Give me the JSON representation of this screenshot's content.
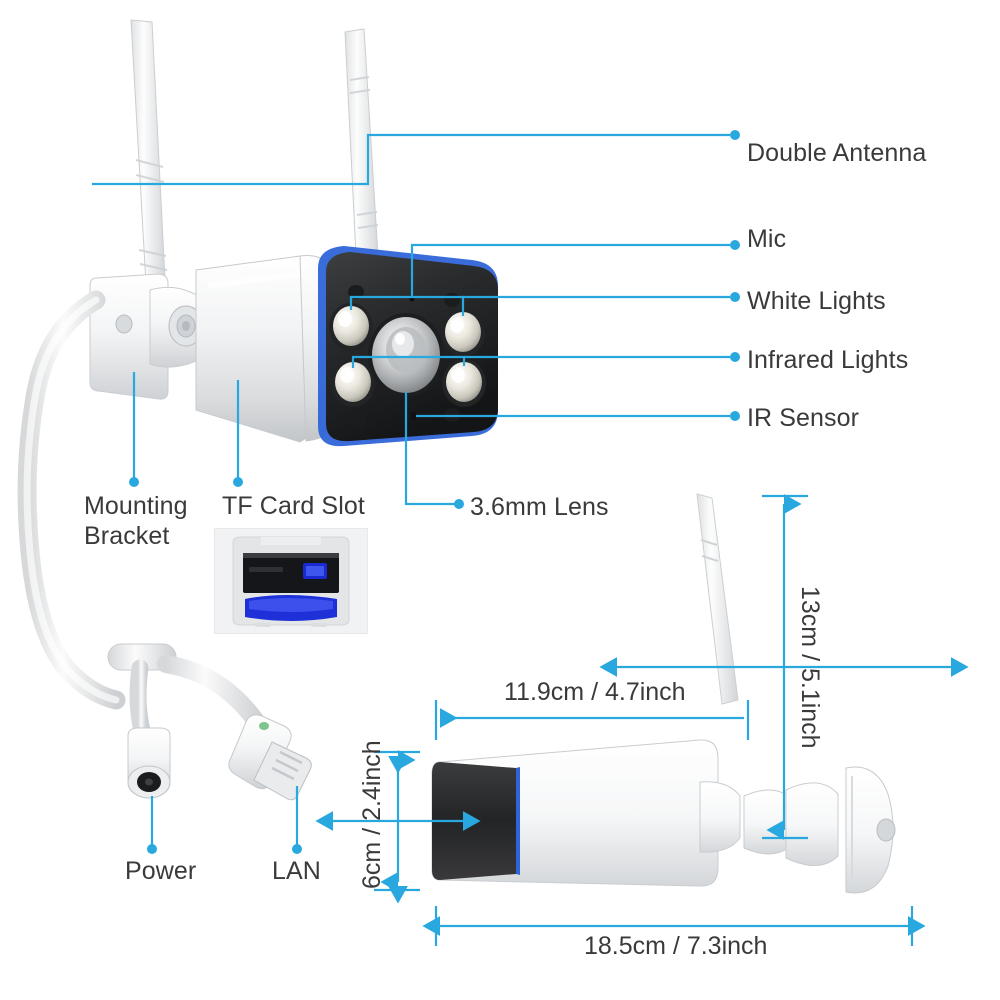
{
  "accent_color": "#29a8e0",
  "text_color": "#3a3a3a",
  "body_color": "#ffffff",
  "callouts": {
    "double_antenna": "Double Antenna",
    "mic": "Mic",
    "white_lights": "White Lights",
    "infrared_lights": "Infrared Lights",
    "ir_sensor": "IR Sensor",
    "lens": "3.6mm Lens",
    "mounting_bracket_line1": "Mounting",
    "mounting_bracket_line2": "Bracket",
    "tf_card_slot": "TF Card Slot",
    "power": "Power",
    "lan": "LAN"
  },
  "dimensions": {
    "width": "11.9cm / 4.7inch",
    "height": "6cm / 2.4inch",
    "length": "18.5cm / 7.3inch",
    "depth": "13cm / 5.1inch"
  }
}
